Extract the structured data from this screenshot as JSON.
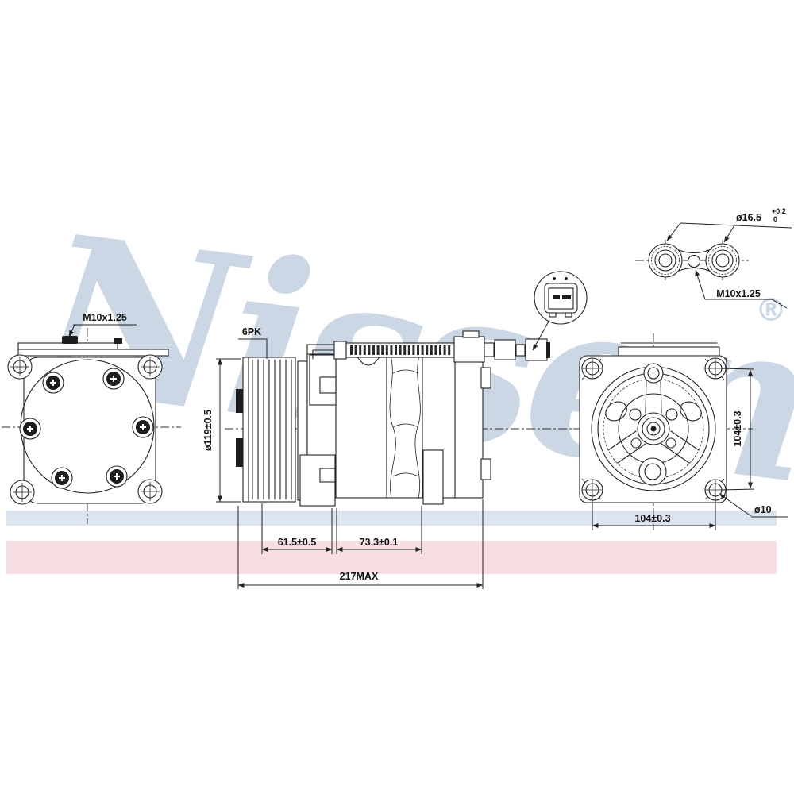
{
  "colors": {
    "line": "#222222",
    "watermark": "#ccd7e5",
    "band_blue": "#dbe4ef",
    "band_pink": "#f6dee3"
  },
  "watermark": {
    "text": "Nissens",
    "registered": "®"
  },
  "annotations": {
    "left_view_thread": "M10x1.25",
    "belt_type": "6PK",
    "pulley_diameter": "ø119±0.5",
    "clutch_length": "61.5±0.5",
    "body_length": "73.3±0.1",
    "total_length": "217MAX",
    "mounting_width": "104±0.3",
    "mounting_height": "104±0.3",
    "mounting_hole_diameter": "ø10",
    "port_diameter": "ø16.5",
    "port_tolerance_upper": "+0.2",
    "port_tolerance_lower": "0",
    "port_thread": "M10x1.25"
  }
}
